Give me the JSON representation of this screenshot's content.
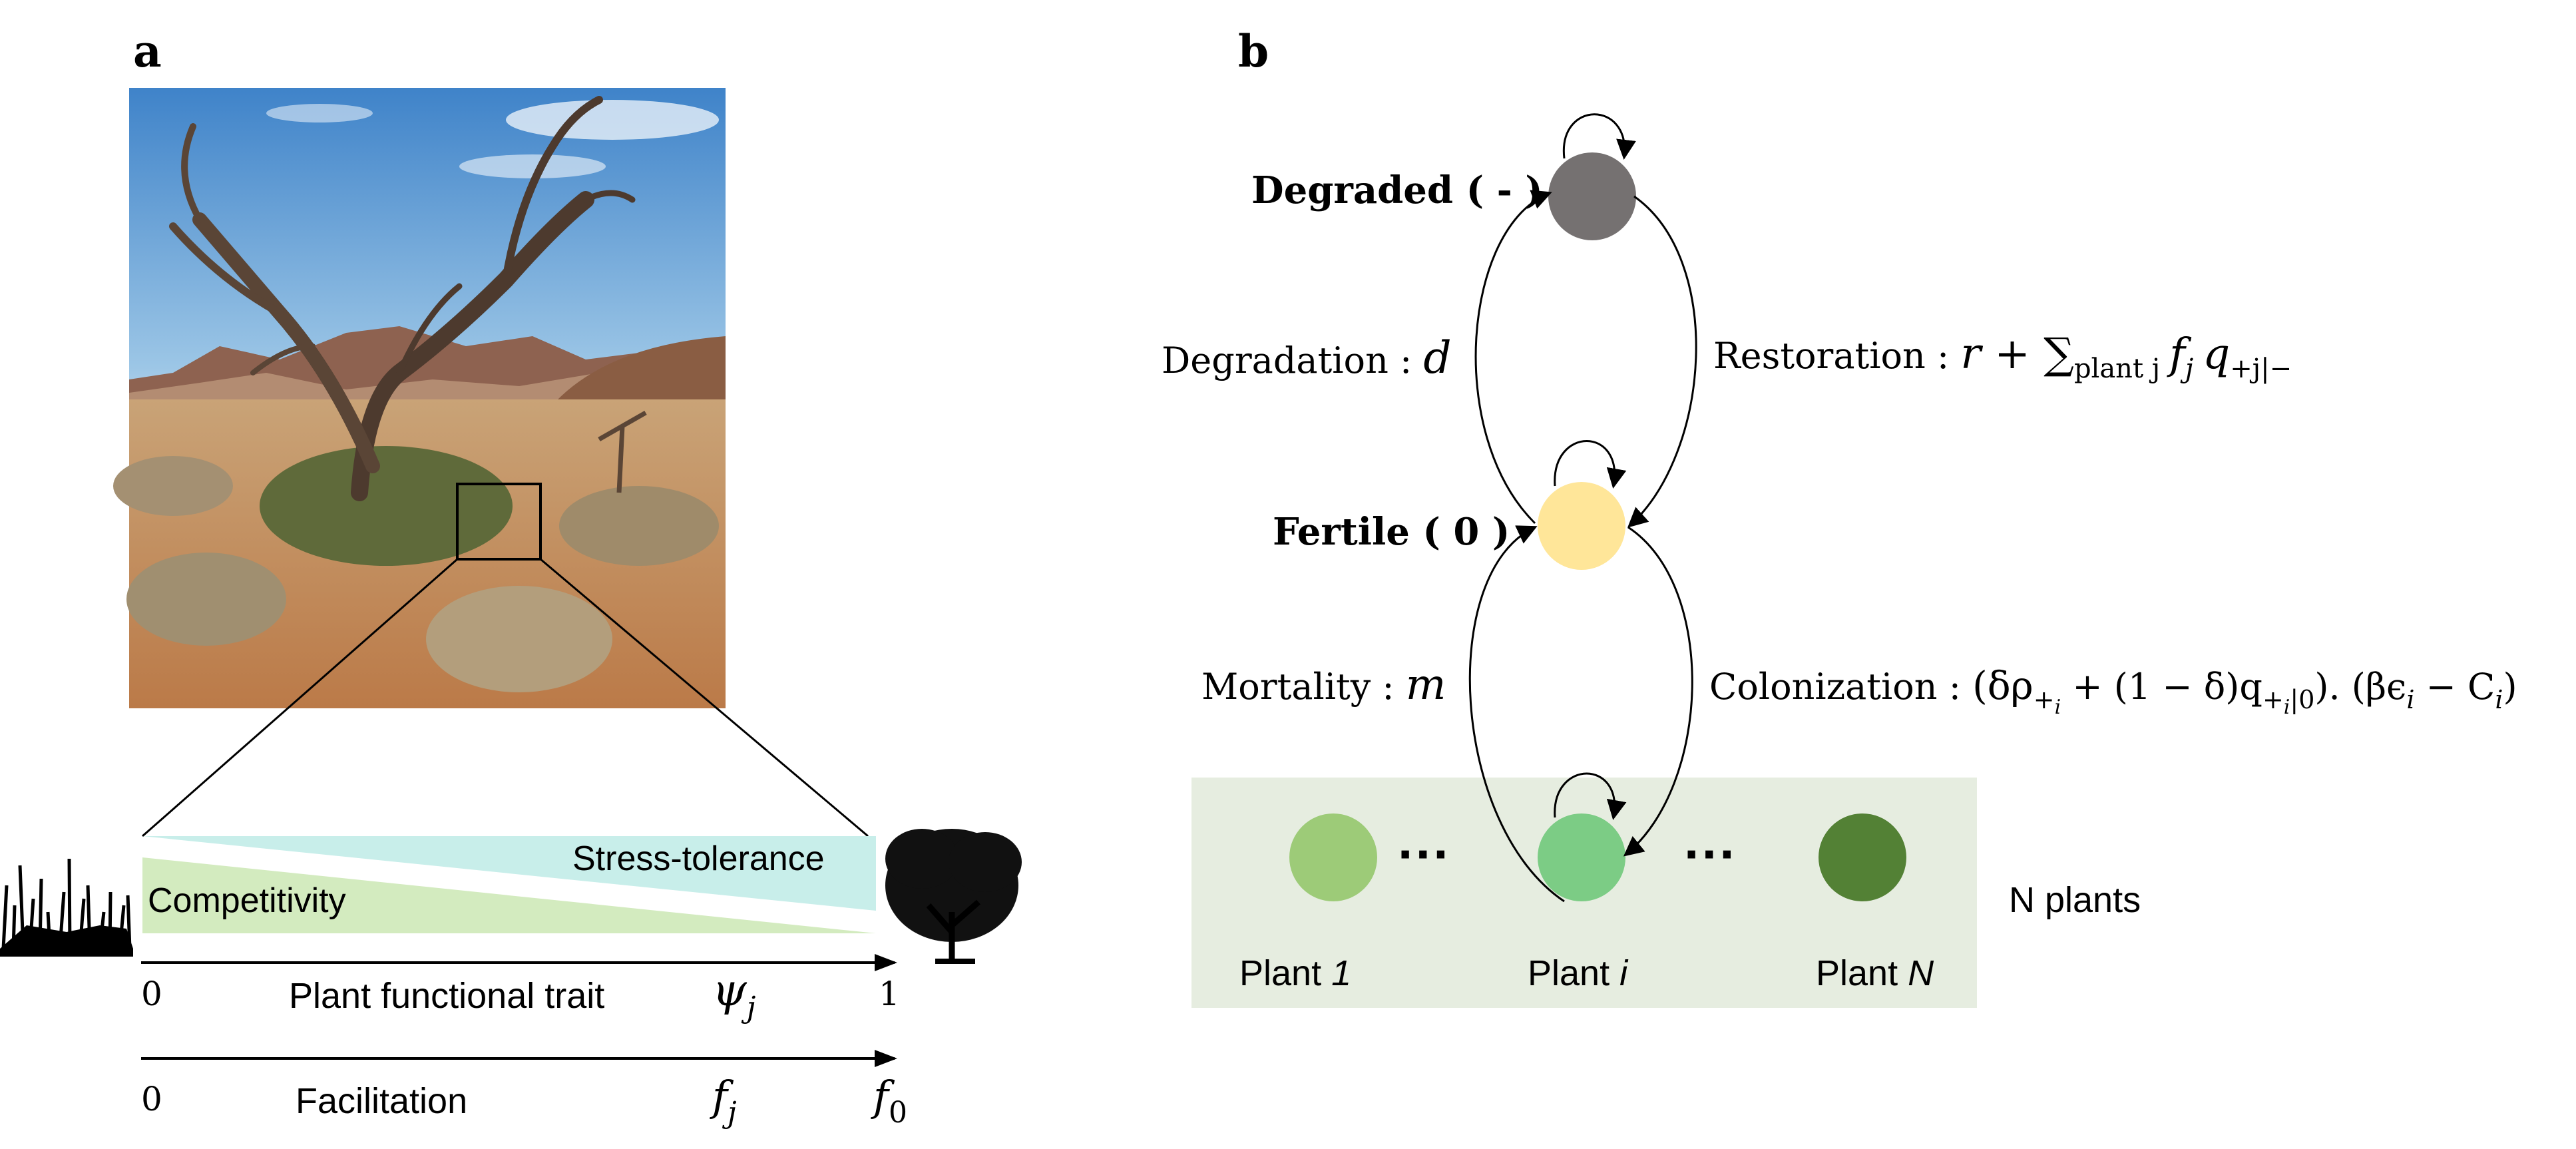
{
  "panel_a": {
    "label": "a",
    "trait_gradient": {
      "stress_tolerance_label": "Stress-tolerance",
      "competitivity_label": "Competitivity"
    },
    "trait_axis": {
      "start_label": "0",
      "end_label": "1",
      "label": "Plant functional trait",
      "symbol": "ψ",
      "symbol_subscript": "j"
    },
    "facilitation_axis": {
      "start_label": "0",
      "label": "Facilitation",
      "symbol": "f",
      "symbol_subscript": "j",
      "end_symbol": "f",
      "end_subscript": "0"
    },
    "colors": {
      "stress_tolerance": "#c8eeea",
      "competitivity": "#d3ebbf"
    }
  },
  "panel_b": {
    "label": "b",
    "states": {
      "degraded": {
        "label": "Degraded ( - )",
        "color": "#757171"
      },
      "fertile": {
        "label": "Fertile ( 0 )",
        "color": "#ffe699"
      }
    },
    "transitions": {
      "degradation": {
        "label": "Degradation : ",
        "symbol": "d"
      },
      "restoration": {
        "label": "Restoration : ",
        "formula": "r +  ∑",
        "sum_subscript": "plant j",
        "f": "f",
        "f_sub": "j",
        "q": "q",
        "q_sub": "+j|−"
      },
      "mortality": {
        "label": "Mortality : ",
        "symbol": "m"
      },
      "colonization": {
        "label": "Colonization : ",
        "part1": "(δρ",
        "rho_sub": "+",
        "rho_subsub": "i",
        "part2": " + (1 − δ)q",
        "q_sub": "+",
        "q_subsub": "i",
        "q_sub_tail": "|0",
        "part3": "). (βϵ",
        "eps_sub": "i",
        "part4": " − C",
        "c_sub": "i",
        "part5": ")"
      }
    },
    "plants": {
      "items": [
        {
          "label_text": "Plant ",
          "label_var": "1",
          "color": "#9dcb78"
        },
        {
          "label_text": "Plant ",
          "label_var": "i",
          "color": "#7ccc85"
        },
        {
          "label_text": "Plant ",
          "label_var": "N",
          "color": "#538135"
        }
      ],
      "ellipsis": "···",
      "group_label": "N plants",
      "box_color": "#e6ede0"
    }
  }
}
